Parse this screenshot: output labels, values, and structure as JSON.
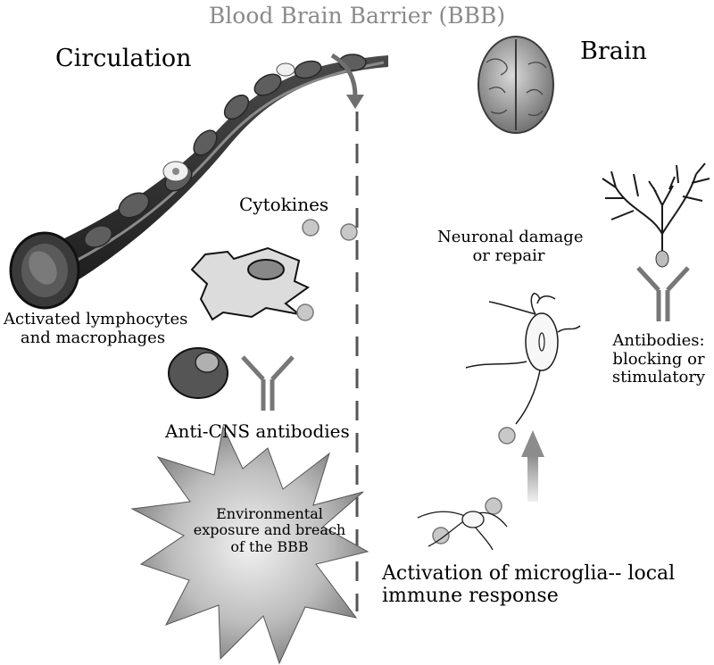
{
  "title": "Blood Brain Barrier (BBB)",
  "regions": {
    "left": "Circulation",
    "right": "Brain"
  },
  "labels": {
    "cytokines": "Cytokines",
    "neuronal_damage": [
      "Neuronal damage",
      "or repair"
    ],
    "activated_cells": [
      "Activated lymphocytes",
      "and macrophages"
    ],
    "antibodies_right": [
      "Antibodies:",
      "blocking or",
      "stimulatory"
    ],
    "anti_cns": "Anti-CNS antibodies",
    "environmental": [
      "Environmental",
      "exposure and breach",
      "of the BBB"
    ],
    "microglia": [
      "Activation of microglia-- local",
      "immune response"
    ]
  },
  "colors": {
    "title_gray": "#8a8a8a",
    "vessel_dark": "#2b2b2b",
    "cell_light": "#dcdcdc",
    "dot_gray": "#c8c8c8",
    "barrier_line": "#555555"
  }
}
